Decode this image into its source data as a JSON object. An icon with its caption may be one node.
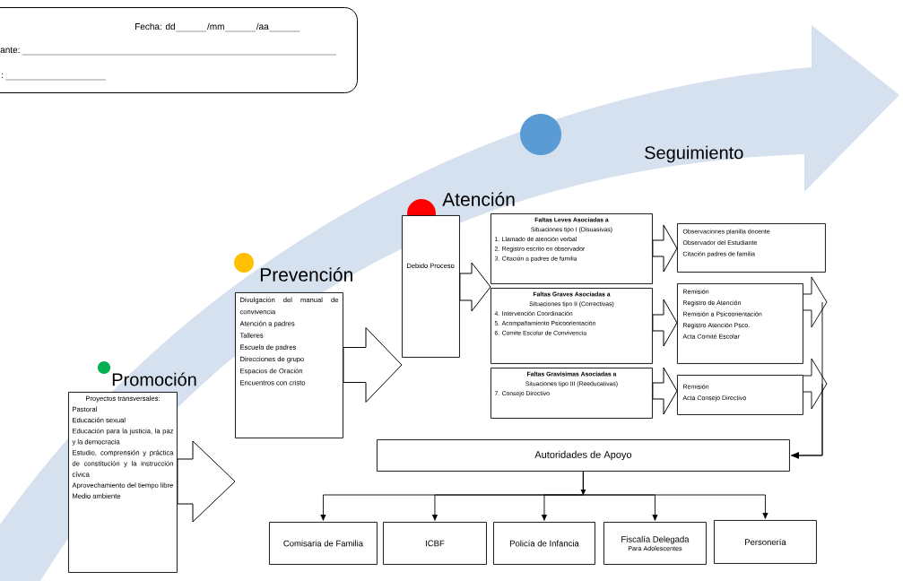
{
  "diagram": {
    "nodes": [
      {
        "text": [
          "Fecha: dd",
          "/mm",
          "/aa",
          "ante:",
          ":"
        ]
      },
      {
        "text": [
          "Promoción",
          "Proyectos transversales:",
          "Pastoral",
          "Educación sexual",
          "Educación para la justicia, la paz y la democracia",
          "Estudio, comprensión y práctica de constitución y la instrucción cívica",
          "Aprovechamiento del tiempo libre",
          "Medio ambiente"
        ]
      },
      {
        "text": [
          "Prevención",
          "Divulgación del manual de convivencia",
          "Atención a padres",
          "Talleres",
          "Escuela de padres",
          "Direcciones de grupo",
          "Espacios de Oración",
          "Encuentros con cristo"
        ]
      },
      {
        "text": [
          "Atención",
          "Debido Proceso"
        ]
      },
      {
        "text": [
          "Faltas Leves Asociadas a",
          "Situaciones tipo I (Disuasivas)",
          "1. Llamado de atención verbal",
          "2. Registro escrito en observador",
          "3. Citación a padres de familia"
        ]
      },
      {
        "text": [
          "Faltas Graves Asociadas a",
          "Situaciones tipo II (Correctivas)",
          "4. Intervención Coordinación",
          "5. Acompañamiento Psicoorientación",
          "6. Comite Escolar de Convivencia"
        ]
      },
      {
        "text": [
          "Faltas Gravísimas Asociadas a",
          "Situaciones tipo III (Reeducativas)",
          "7. Consejo Directivo"
        ]
      },
      {
        "text": [
          "Observaciones planilla docente",
          "Observador del Estudiante",
          "Citación padres de familia"
        ]
      },
      {
        "text": [
          "Remisión",
          "Registro de Atención",
          "Remisión a Psicoorientación",
          "Registro Atención Psco.",
          "Acta Comité Escolar"
        ]
      },
      {
        "text": [
          "Remisión",
          "Acta Consejo Directivo"
        ]
      },
      {
        "text": [
          "Autoridades de Apoyo"
        ]
      },
      {
        "text": [
          "Comisaria de Familia"
        ]
      },
      {
        "text": [
          "ICBF"
        ]
      },
      {
        "text": [
          "Policía de Infancia"
        ]
      },
      {
        "text": [
          "Fiscalía Delegada",
          "Para Adolescentes"
        ]
      },
      {
        "text": [
          "Personería"
        ]
      }
    ],
    "edges": [
      {
        "from": 1,
        "to": 2,
        "arrow": "to"
      },
      {
        "from": 2,
        "to": 3,
        "arrow": "to"
      },
      {
        "from": 3,
        "to": 5,
        "arrow": "to"
      },
      {
        "from": 4,
        "to": 7,
        "arrow": "to"
      },
      {
        "from": 5,
        "to": 8,
        "arrow": "to"
      },
      {
        "from": 6,
        "to": 9,
        "arrow": "to"
      },
      {
        "from": 8,
        "to": 10,
        "arrow": "to"
      },
      {
        "from": 9,
        "to": 10,
        "arrow": "to"
      },
      {
        "from": 10,
        "to": 11,
        "arrow": "to"
      },
      {
        "from": 10,
        "to": 12,
        "arrow": "to"
      },
      {
        "from": 10,
        "to": 13,
        "arrow": "to"
      },
      {
        "from": 10,
        "to": 14,
        "arrow": "to"
      },
      {
        "from": 10,
        "to": 15,
        "arrow": "to"
      }
    ],
    "labels": [
      "Seguimiento"
    ]
  }
}
